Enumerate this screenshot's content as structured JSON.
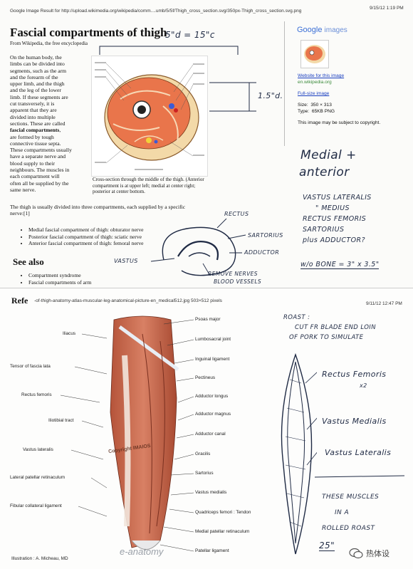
{
  "top": {
    "header_left": "Google Image Result for http://upload.wikimedia.org/wikipedia/comm....umb/5/5f/Thigh_cross_section.svg/350px-Thigh_cross_section.svg.png",
    "header_right": "9/15/12 1:19 PM",
    "title": "Fascial compartments of thigh",
    "subtitle": "From Wikipedia, the free encyclopedia",
    "intro_lines": [
      "On the human body, the",
      "limbs can be divided into",
      "segments, such as the arm",
      "and the forearm of the",
      "upper limb, and the thigh",
      "and the leg of the lower",
      "limb. If these segments are",
      "cut transversely, it is",
      "apparent that they are",
      "divided into multiple",
      "sections. These are called"
    ],
    "bold_term": "fascial compartments",
    "intro_rest": [
      "are formed by tough",
      "connective tissue septa.",
      "These compartments usually",
      "have a separate nerve and",
      "blood supply to their",
      "neighbours. The muscles in",
      "each compartment will",
      "often all be supplied by the",
      "same nerve."
    ],
    "caption": [
      "Cross-section through the middle of the thigh. (Anterior",
      "compartment is at upper left; medial at center right;",
      "posterior at center bottom."
    ],
    "paragraph2": [
      "The thigh is usually divided into three compartments, each supplied by a specific",
      "nerve:[1]"
    ],
    "bullets": [
      "Medial fascial compartment of thigh: obturator nerve",
      "Posterior fascial compartment of thigh: sciatic nerve",
      "Anterior fascial compartment of thigh: femoral nerve"
    ],
    "see_also": "See also",
    "see_also_items": [
      "Compartment syndrome",
      "Fascial compartments of arm"
    ],
    "sidebar": {
      "logo_google": "Google",
      "logo_images": "images",
      "website_link": "Website for this image",
      "website_domain": "en.wikipedia.org",
      "full_size": "Full-size image",
      "size_label": "Size:",
      "size_value": "350 × 313",
      "type_label": "Type:",
      "type_value": "65KB PNG",
      "note": "This image may be subject to copyright."
    },
    "handwriting": {
      "dims_top": "5\"d = 15\"c",
      "dims_side": "1.5\"d.",
      "medial_anterior_1": "Medial +",
      "medial_anterior_2": "anterior",
      "muscle_list": [
        "VASTUS LATERALIS",
        "\" MEDIUS",
        "RECTUS FEMORIS",
        "SARTORIUS",
        "plus ADDUCTOR?"
      ],
      "bone_note": "w/o BONE = 3\" x 3.5\"",
      "sketch_labels": {
        "rectus": "RECTUS",
        "sartorius": "SARTORIUS",
        "adductor": "ADDUCTOR",
        "vastus": "VASTUS",
        "remove": "REMOVE NERVES",
        "blood": "BLOOD VESSELS"
      }
    }
  },
  "bottom": {
    "header_left": "Refe",
    "header_mid": "-of-thigh-anatomy-atlas-muscular-leg-anatomical-picture-en_medical512.jpg 503×512 pixels",
    "header_right": "9/11/12 12:47 PM",
    "labels_left": [
      "Iliacus",
      "Tensor of fascia lata",
      "Rectus femoris",
      "Iliotibial tract",
      "Vastus lateralis",
      "Lateral patellar retinaculum",
      "Fibular collateral ligament"
    ],
    "labels_right": [
      "Psoas major",
      "Lumbosacral joint",
      "Inguinal ligament",
      "Pectineus",
      "Adductor longus",
      "Adductor magnus",
      "Adductor canal",
      "Gracilis",
      "Sartorius",
      "Vastus medialis",
      "Quadriceps femori : Tendon",
      "Medial patellar retinaculum",
      "Patellar ligament"
    ],
    "illustration": "Illustration : A. Micheau, MD",
    "watermark": "e-anatomy",
    "copyright": "Copyright IMAIOS",
    "handwriting": {
      "roast": [
        "ROAST :",
        "CUT FR BLADE END LOIN",
        "OF PORK TO SIMULATE"
      ],
      "rectus": "Rectus Femoris",
      "rectus_x2": "x2",
      "vastus_med": "Vastus Medialis",
      "vastus_lat": "Vastus Lateralis",
      "these": [
        "THESE MUSCLES",
        "IN A",
        "ROLLED ROAST"
      ],
      "length": "25\""
    },
    "badge": "热体设"
  },
  "colors": {
    "link": "#1a3fc0",
    "muscle": "#c8684a",
    "ink": "#1f2a44"
  }
}
